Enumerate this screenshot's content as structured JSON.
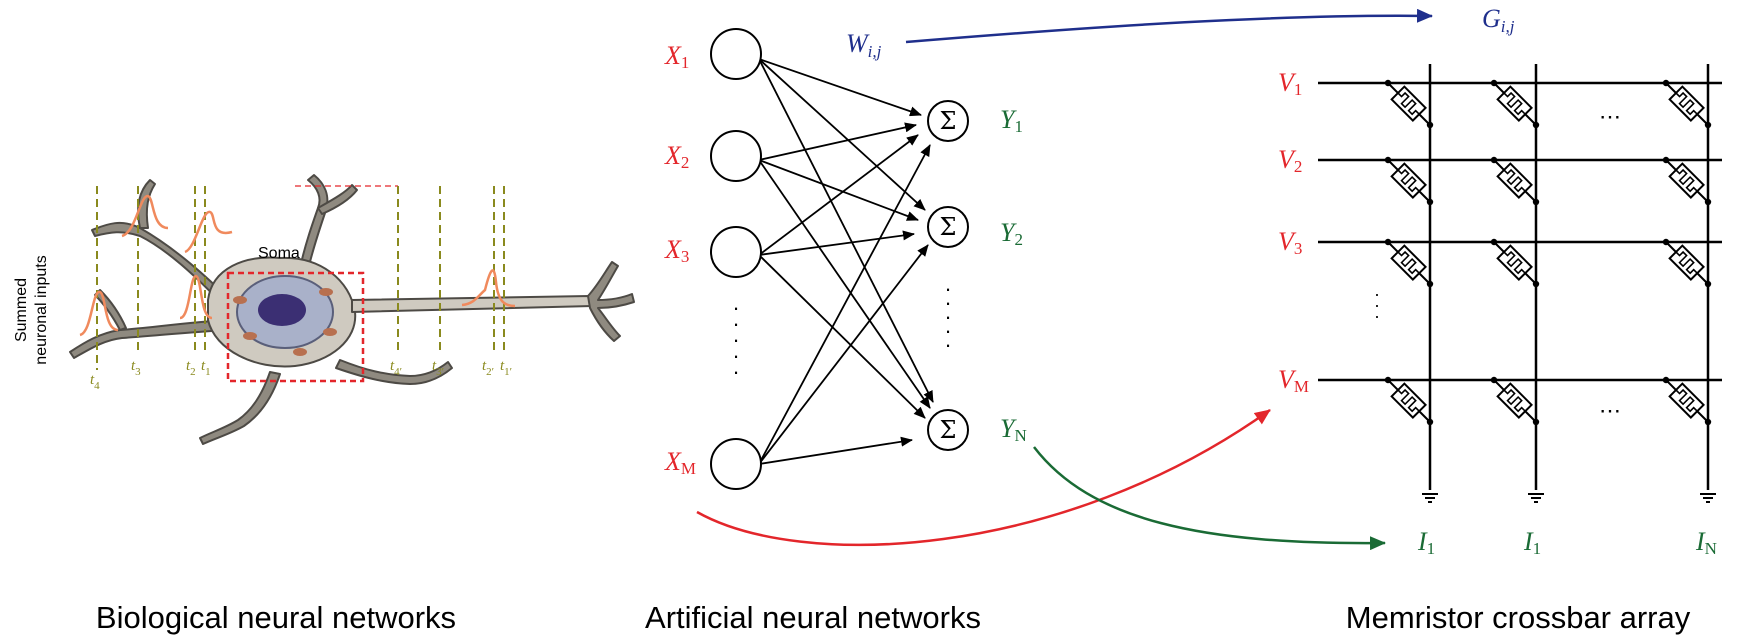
{
  "captions": {
    "bio": "Biological neural networks",
    "ann": "Artificial neural networks",
    "crossbar": "Memristor crossbar array"
  },
  "bio": {
    "soma_label": "Soma",
    "y_axis_label_line1": "Summed",
    "y_axis_label_line2": "neuronal inputs",
    "time_labels": [
      {
        "base": "t",
        "sub": "4"
      },
      {
        "base": "t",
        "sub": "3"
      },
      {
        "base": "t",
        "sub": "2"
      },
      {
        "base": "t",
        "sub": "1"
      },
      {
        "base": "t",
        "sub": "4′"
      },
      {
        "base": "t",
        "sub": "3′"
      },
      {
        "base": "t",
        "sub": "2′"
      },
      {
        "base": "t",
        "sub": "1′"
      }
    ]
  },
  "ann": {
    "inputs": [
      {
        "base": "X",
        "sub": "1"
      },
      {
        "base": "X",
        "sub": "2"
      },
      {
        "base": "X",
        "sub": "3"
      },
      {
        "base": "X",
        "sub": "M"
      }
    ],
    "outputs": [
      {
        "base": "Y",
        "sub": "1"
      },
      {
        "base": "Y",
        "sub": "2"
      },
      {
        "base": "Y",
        "sub": "N"
      }
    ],
    "sum_symbol": "Σ",
    "weight": {
      "base": "W",
      "sub": "i,j"
    },
    "ellipsis": "⋮"
  },
  "crossbar": {
    "conductance": {
      "base": "G",
      "sub": "i,j"
    },
    "rows": [
      {
        "base": "V",
        "sub": "1"
      },
      {
        "base": "V",
        "sub": "2"
      },
      {
        "base": "V",
        "sub": "3"
      },
      {
        "base": "V",
        "sub": "M"
      }
    ],
    "columns": [
      {
        "base": "I",
        "sub": "1"
      },
      {
        "base": "I",
        "sub": "1"
      },
      {
        "base": "I",
        "sub": "N"
      }
    ],
    "ellipsis_h": "⋯",
    "ellipsis_v": "⋮"
  },
  "colors": {
    "input_red": "#e3262b",
    "output_green": "#1a6b35",
    "weight_blue": "#1f2f8c",
    "timeline_olive": "#8a8a1e",
    "spike_orange": "#f08a5d",
    "soma_box": "#e3262b"
  }
}
